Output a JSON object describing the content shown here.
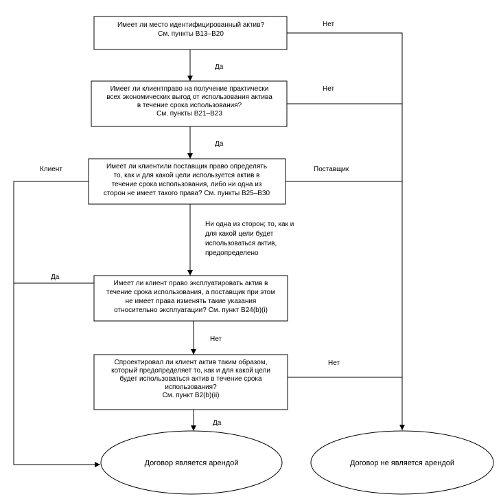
{
  "diagram": {
    "nodes": [
      {
        "id": "q1",
        "lines": [
          "Имеет ли место идентифицированный актив?",
          "См. пункты B13–B20"
        ]
      },
      {
        "id": "q2",
        "lines": [
          "Имеет ли клиентправо на получение практически",
          "всех экономических выгод от использования актива",
          "в течение срока использования?",
          "См. пункты B21–B23"
        ]
      },
      {
        "id": "q3",
        "lines": [
          "Имеет ли клиентили поставщик право определять",
          "то, как и для какой цели используется актив в",
          "течение срока использования, либо ни одна из",
          "сторон не имеет такого права? См. пункты B25–B30"
        ]
      },
      {
        "id": "q4",
        "lines": [
          "Имеет ли клиент право эксплуатировать актив в",
          "течение срока использования, а поставщик при этом",
          "не имеет права изменять такие указания",
          "относительно эксплуатации? См. пункт B24(b)(i)"
        ]
      },
      {
        "id": "q5",
        "lines": [
          "Спроектировал ли клиент актив таким образом,",
          "который предопределяет то, как и для какой цели",
          "будет использоваться актив в течение срока",
          "использования?",
          "См. пункт B2(b)(ii)"
        ]
      },
      {
        "id": "lease",
        "lines": [
          "Договор является арендой"
        ]
      },
      {
        "id": "nolease",
        "lines": [
          "Договор не является арендой"
        ]
      }
    ],
    "edge_labels": {
      "q1_yes": "Да",
      "q1_no": "Нет",
      "q2_yes": "Да",
      "q2_no": "Нет",
      "q3_client": "Клиент",
      "q3_supplier": "Поставщик",
      "q3_neither": [
        "Ни одна из сторон; то, как и",
        "для какой цели будет",
        "использоваться актив,",
        "предопределено"
      ],
      "q4_yes": "Да",
      "q4_no": "Нет",
      "q5_yes": "Да",
      "q5_no": "Нет"
    }
  }
}
